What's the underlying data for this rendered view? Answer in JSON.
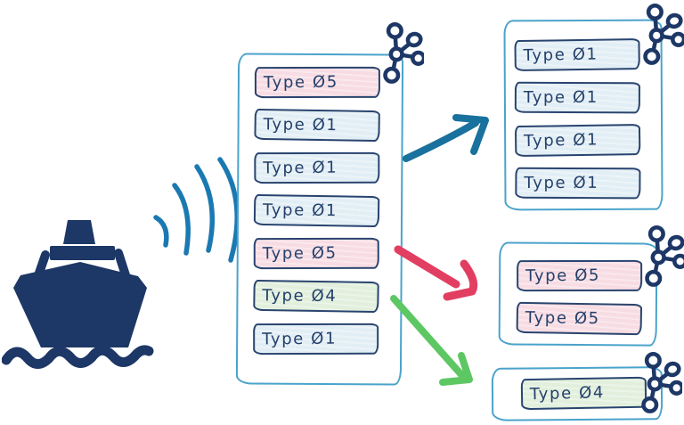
{
  "palette": {
    "ink_navy": "#1d3766",
    "box_outline_blue": "#4aa3cb",
    "row_border_navy": "#29446f",
    "type1_fill": "#e2eef5",
    "type4_fill": "#e1efdc",
    "type5_fill": "#f7dce3",
    "signal_wave_blue": "#1b79b2",
    "arrow_blue": "#19719d",
    "arrow_red": "#e23e61",
    "arrow_green": "#5dc763"
  },
  "icons": {
    "ship": "ship-icon",
    "signal": "signal-waves-icon",
    "hub": "network-hub-icon"
  },
  "source_box": {
    "rows": [
      {
        "label": "Type Ø5",
        "variant": "type5"
      },
      {
        "label": "Type Ø1",
        "variant": "type1"
      },
      {
        "label": "Type Ø1",
        "variant": "type1"
      },
      {
        "label": "Type Ø1",
        "variant": "type1"
      },
      {
        "label": "Type Ø5",
        "variant": "type5"
      },
      {
        "label": "Type Ø4",
        "variant": "type4"
      },
      {
        "label": "Type Ø1",
        "variant": "type1"
      }
    ]
  },
  "dest_box_type1": {
    "rows": [
      {
        "label": "Type Ø1",
        "variant": "type1"
      },
      {
        "label": "Type Ø1",
        "variant": "type1"
      },
      {
        "label": "Type Ø1",
        "variant": "type1"
      },
      {
        "label": "Type Ø1",
        "variant": "type1"
      }
    ]
  },
  "dest_box_type5": {
    "rows": [
      {
        "label": "Type Ø5",
        "variant": "type5"
      },
      {
        "label": "Type Ø5",
        "variant": "type5"
      }
    ]
  },
  "dest_box_type4": {
    "rows": [
      {
        "label": "Type Ø4",
        "variant": "type4"
      }
    ]
  }
}
